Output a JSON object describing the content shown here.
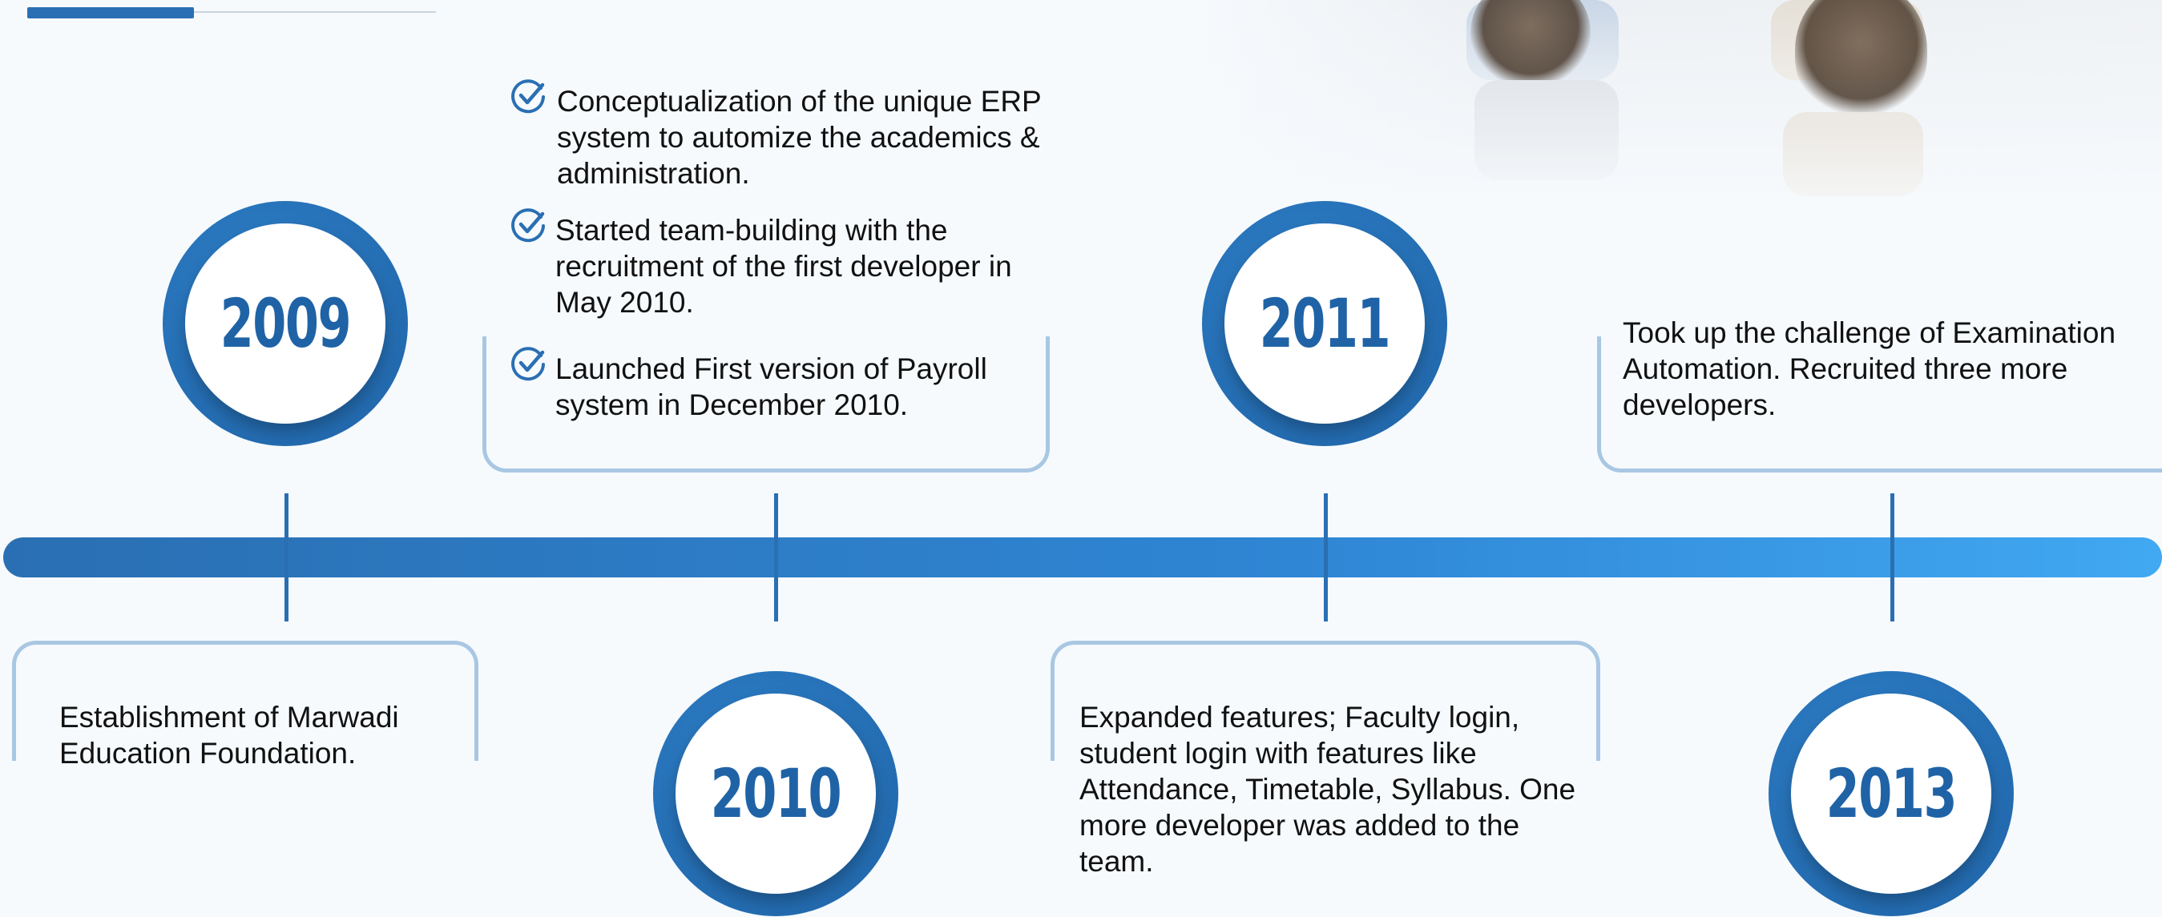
{
  "colors": {
    "accent": "#2a6fb3",
    "ring": "#1f63a6",
    "card_border": "#a9c7e3",
    "background": "#f6fafd"
  },
  "milestones": [
    {
      "year": "2009",
      "text": "Establishment of Marwadi Education Foundation."
    },
    {
      "year": "2010",
      "items": [
        "Conceptualization of the unique ERP system to automize the academics & administration.",
        "Started team-building with the recruitment of the first developer in May 2010.",
        "Launched First version of Payroll system in December 2010."
      ]
    },
    {
      "year": "2011",
      "text": "Expanded features; Faculty login, student login with features like Attendance, Timetable, Syllabus. One more developer was added to the team."
    },
    {
      "year": "2013",
      "text": "Took up the challenge of Examination Automation. Recruited three more developers."
    }
  ],
  "icons": {
    "check": "check-circle-icon"
  }
}
